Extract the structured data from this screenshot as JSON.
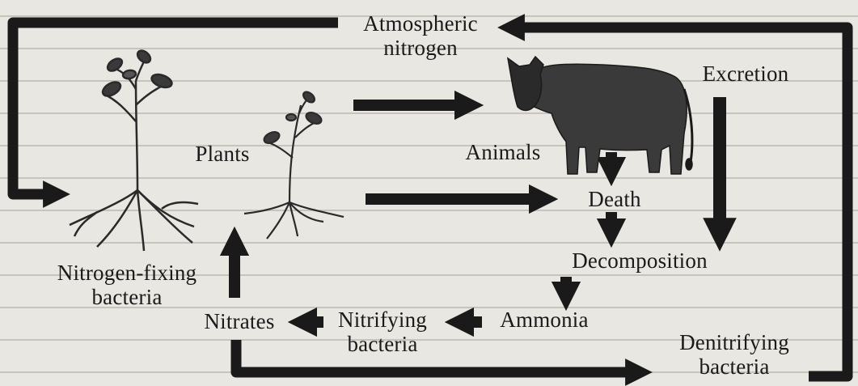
{
  "labels": {
    "atmospheric_nitrogen": [
      "Atmospheric",
      "nitrogen"
    ],
    "excretion": "Excretion",
    "plants": "Plants",
    "animals": "Animals",
    "death": "Death",
    "decomposition": "Decomposition",
    "nitrogen_fixing_bacteria": [
      "Nitrogen-fixing",
      "bacteria"
    ],
    "nitrates": "Nitrates",
    "nitrifying_bacteria": [
      "Nitrifying",
      "bacteria"
    ],
    "ammonia": "Ammonia",
    "denitrifying_bacteria": [
      "Denitrifying",
      "bacteria"
    ]
  },
  "colors": {
    "ink": "#1a1a1a",
    "paper": "#e9e7e2",
    "faded_text": "#b9b6b0"
  },
  "icons": [
    "plant-icon",
    "cow-icon",
    "arrow-icon"
  ]
}
